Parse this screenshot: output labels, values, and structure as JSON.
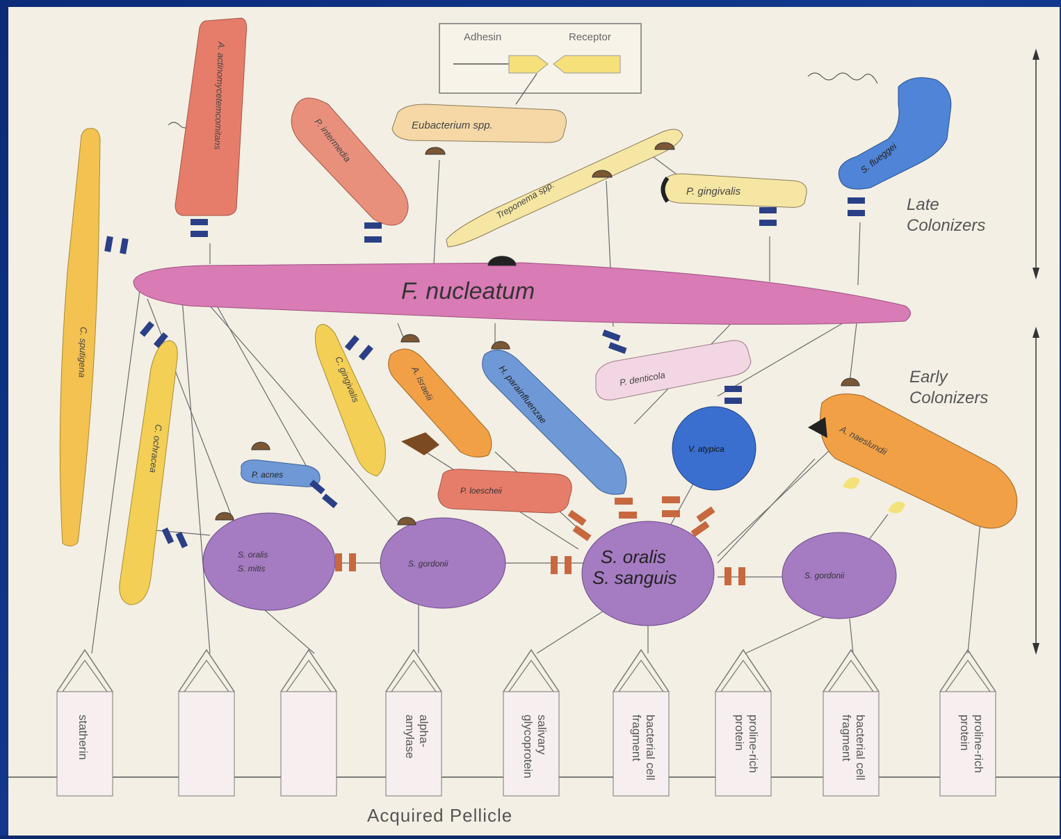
{
  "legend": {
    "adhesin": "Adhesin",
    "receptor": "Receptor"
  },
  "zones": {
    "late_line1": "Late",
    "late_line2": "Colonizers",
    "early_line1": "Early",
    "early_line2": "Colonizers"
  },
  "footer": {
    "pellicle": "Acquired Pellicle"
  },
  "bacteria": {
    "f_nucleatum": "F. nucleatum",
    "eubacterium": "Eubacterium spp.",
    "treponema": "Treponema spp.",
    "p_gingivalis": "P. gingivalis",
    "s_fluggei": "S. flueggei",
    "p_intermedia": "P. intermedia",
    "a_actinomycetemcomitans": "A. actinomycetemcomitans",
    "c_sputigena": "C. sputigena",
    "c_ochracea": "C. ochracea",
    "c_gingivalis": "C. gingivalis",
    "a_israelii": "A. israelii",
    "h_parainfluenzae": "H. parainfluenzae",
    "p_denticola": "P. denticola",
    "v_atypica": "V. atypica",
    "a_naeslundii": "A. naeslundii",
    "p_acnes": "P. acnes",
    "p_loescheii": "P. loescheii",
    "s_oralis_mitis_1": "S. oralis",
    "s_oralis_mitis_2": "S. mitis",
    "s_gordonii_1": "S. gordonii",
    "s_oralis_big": "S. oralis",
    "s_sanguis_big": "S. sanguis",
    "s_gordonii_2": "S. gordonii"
  },
  "receptors": [
    {
      "line1": "statherin",
      "line2": ""
    },
    {
      "line1": "",
      "line2": ""
    },
    {
      "line1": "",
      "line2": ""
    },
    {
      "line1": "alpha-",
      "line2": "amylase"
    },
    {
      "line1": "salivary",
      "line2": "glycoprotein"
    },
    {
      "line1": "bacterial cell",
      "line2": "fragment"
    },
    {
      "line1": "proline-rich",
      "line2": "protein"
    },
    {
      "line1": "bacterial cell",
      "line2": "fragment"
    },
    {
      "line1": "proline-rich",
      "line2": "protein"
    }
  ],
  "colors": {
    "background": "#0d2a6b",
    "paper": "#f3efe4",
    "fusobacterium": "#d97bb5",
    "streptococci": "#a57bc2",
    "capnocytophaga": "#f3cf55",
    "actinomyces": "#f1a046",
    "haemophilus": "#6f98d6",
    "veillonella": "#3a6fd0",
    "prevotella_salmon": "#e67d6a",
    "eubacterium": "#f5d8a6",
    "treponema": "#f5e6a3",
    "p_denticola": "#f2d6e3",
    "adhesin_blue": "#2a3f86",
    "adhesin_orange": "#c8683f",
    "adhesin_brown": "#7b5734"
  }
}
